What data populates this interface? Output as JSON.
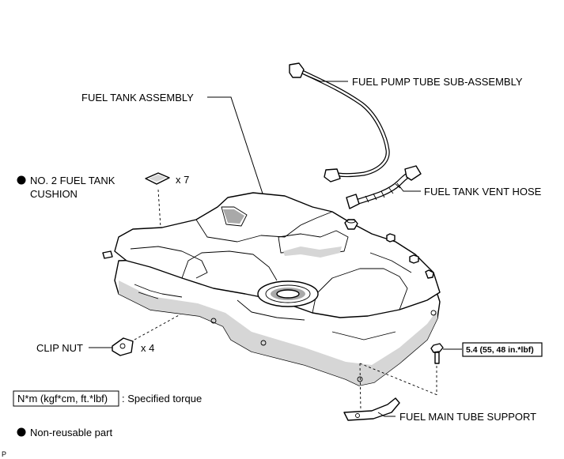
{
  "labels": {
    "fuel_pump_tube": "FUEL PUMP TUBE SUB-ASSEMBLY",
    "fuel_tank_assembly": "FUEL TANK ASSEMBLY",
    "cushion_line1": "NO. 2 FUEL TANK",
    "cushion_line2": "CUSHION",
    "cushion_qty": "x 7",
    "vent_hose": "FUEL TANK VENT HOSE",
    "clip_nut": "CLIP NUT",
    "clip_nut_qty": "x 4",
    "torque_value": "5.4 (55, 48 in.*lbf)",
    "main_tube_support": "FUEL MAIN TUBE SUPPORT"
  },
  "legend": {
    "torque_box": "N*m (kgf*cm, ft.*lbf)",
    "torque_desc": ": Specified torque",
    "nonreusable": "Non-reusable part"
  },
  "corner_mark": "P"
}
